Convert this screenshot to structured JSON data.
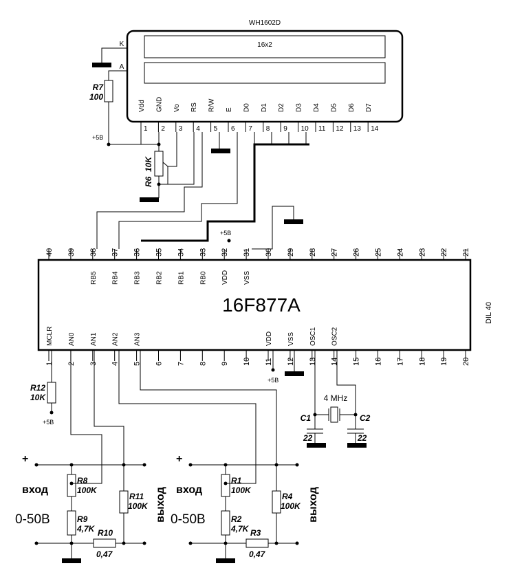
{
  "lcd": {
    "model": "WH1602D",
    "size": "16x2",
    "backlight_k": "K",
    "backlight_a": "A",
    "pins": [
      {
        "num": "1",
        "sig": "Vdd"
      },
      {
        "num": "2",
        "sig": "GND"
      },
      {
        "num": "3",
        "sig": "Vo"
      },
      {
        "num": "4",
        "sig": "RS"
      },
      {
        "num": "5",
        "sig": "R/W"
      },
      {
        "num": "6",
        "sig": "E"
      },
      {
        "num": "7",
        "sig": "D0"
      },
      {
        "num": "8",
        "sig": "D1"
      },
      {
        "num": "9",
        "sig": "D2"
      },
      {
        "num": "10",
        "sig": "D3"
      },
      {
        "num": "11",
        "sig": "D4"
      },
      {
        "num": "12",
        "sig": "D5"
      },
      {
        "num": "13",
        "sig": "D6"
      },
      {
        "num": "14",
        "sig": "D7"
      }
    ]
  },
  "mcu": {
    "name": "16F877A",
    "package": "DIL 40",
    "top_pins": [
      "40",
      "39",
      "38",
      "37",
      "36",
      "35",
      "34",
      "33",
      "32",
      "31",
      "30",
      "29",
      "28",
      "27",
      "26",
      "25",
      "24",
      "23",
      "22",
      "21"
    ],
    "top_sigs": [
      "",
      "",
      "RB5",
      "RB4",
      "RB3",
      "RB2",
      "RB1",
      "RB0",
      "VDD",
      "VSS",
      "",
      "",
      "",
      "",
      "",
      "",
      "",
      "",
      "",
      ""
    ],
    "bottom_pins": [
      "1",
      "2",
      "3",
      "4",
      "5",
      "6",
      "7",
      "8",
      "9",
      "10",
      "11",
      "12",
      "13",
      "14",
      "15",
      "16",
      "17",
      "18",
      "19",
      "20"
    ],
    "bottom_sigs": [
      "MCLR",
      "AN0",
      "AN1",
      "AN2",
      "AN3",
      "",
      "",
      "",
      "",
      "",
      "VDD",
      "VSS",
      "OSC1",
      "OSC2",
      "",
      "",
      "",
      "",
      "",
      ""
    ]
  },
  "components": {
    "r7_name": "R7",
    "r7_value": "100",
    "r6_name": "R6",
    "r6_value": "10K",
    "r12_name": "R12",
    "r12_value": "10K",
    "r8_name": "R8",
    "r8_value": "100K",
    "r9_name": "R9",
    "r9_value": "4,7K",
    "r10_name": "R10",
    "r10_value": "0,47",
    "r11_name": "R11",
    "r11_value": "100K",
    "r1_name": "R1",
    "r1_value": "100K",
    "r2_name": "R2",
    "r2_value": "4,7K",
    "r3_name": "R3",
    "r3_value": "0,47",
    "r4_name": "R4",
    "r4_value": "100K",
    "c1_name": "C1",
    "c1_value": "22",
    "c2_name": "C2",
    "c2_value": "22",
    "crystal": "4 MHz"
  },
  "power": {
    "plus5": "+5B"
  },
  "channels": {
    "plus": "+",
    "input": "вход",
    "range": "0-50В",
    "output": "выход"
  }
}
